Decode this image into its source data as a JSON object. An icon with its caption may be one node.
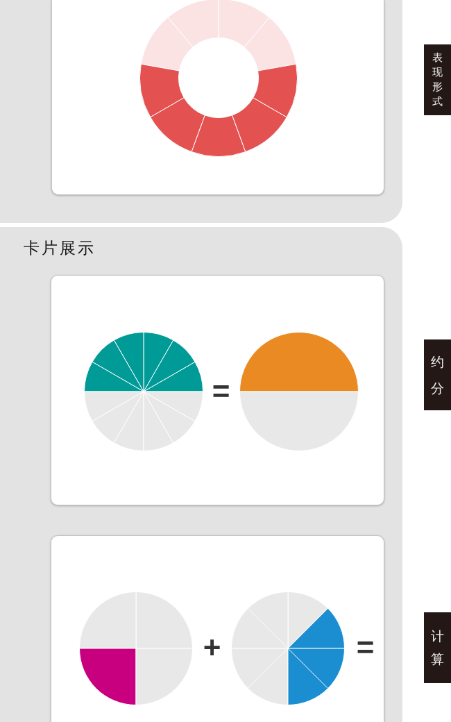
{
  "diagram": {
    "nodes": [
      {
        "text": [
          "表现形式"
        ]
      },
      {
        "text": [
          "卡片展示"
        ]
      },
      {
        "text": [
          "约分"
        ]
      },
      {
        "text": [
          "计算"
        ]
      }
    ],
    "labels": [
      "=",
      "+",
      "="
    ]
  }
}
